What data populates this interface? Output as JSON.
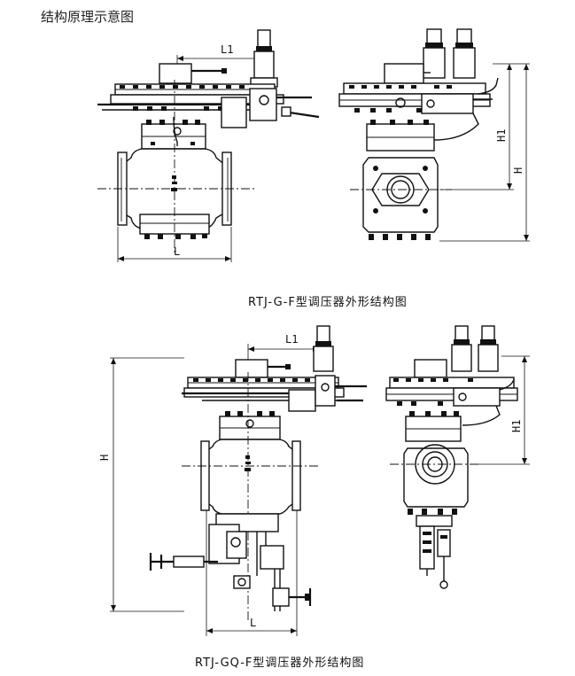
{
  "page": {
    "title": "结构原理示意图"
  },
  "figures": [
    {
      "caption": "RTJ-G-F型调压器外形结构图",
      "dims": {
        "l1": "L1",
        "l": "L",
        "h1": "H1",
        "h": "H"
      }
    },
    {
      "caption": "RTJ-GQ-F型调压器外形结构图",
      "dims": {
        "l1": "L1",
        "l": "L",
        "h1": "H1",
        "h": "H"
      }
    }
  ]
}
